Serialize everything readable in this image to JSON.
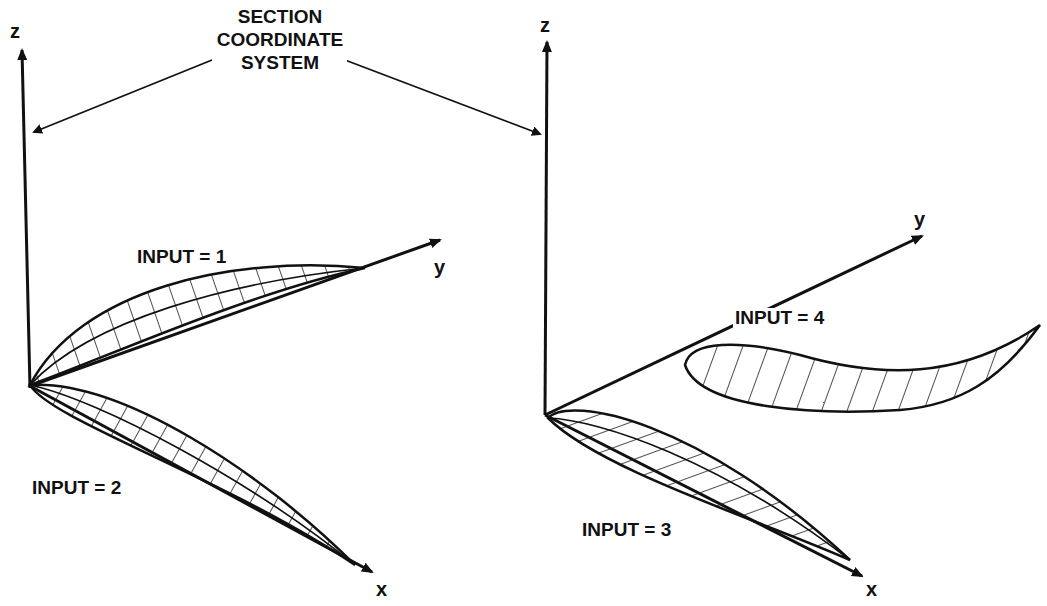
{
  "diagram": {
    "labels": [
      "SECTION COORDINATE SYSTEM",
      "z",
      "z",
      "y",
      "y",
      "x",
      "x",
      "INPUT = 1",
      "INPUT = 2",
      "INPUT = 3",
      "INPUT = 4"
    ]
  }
}
